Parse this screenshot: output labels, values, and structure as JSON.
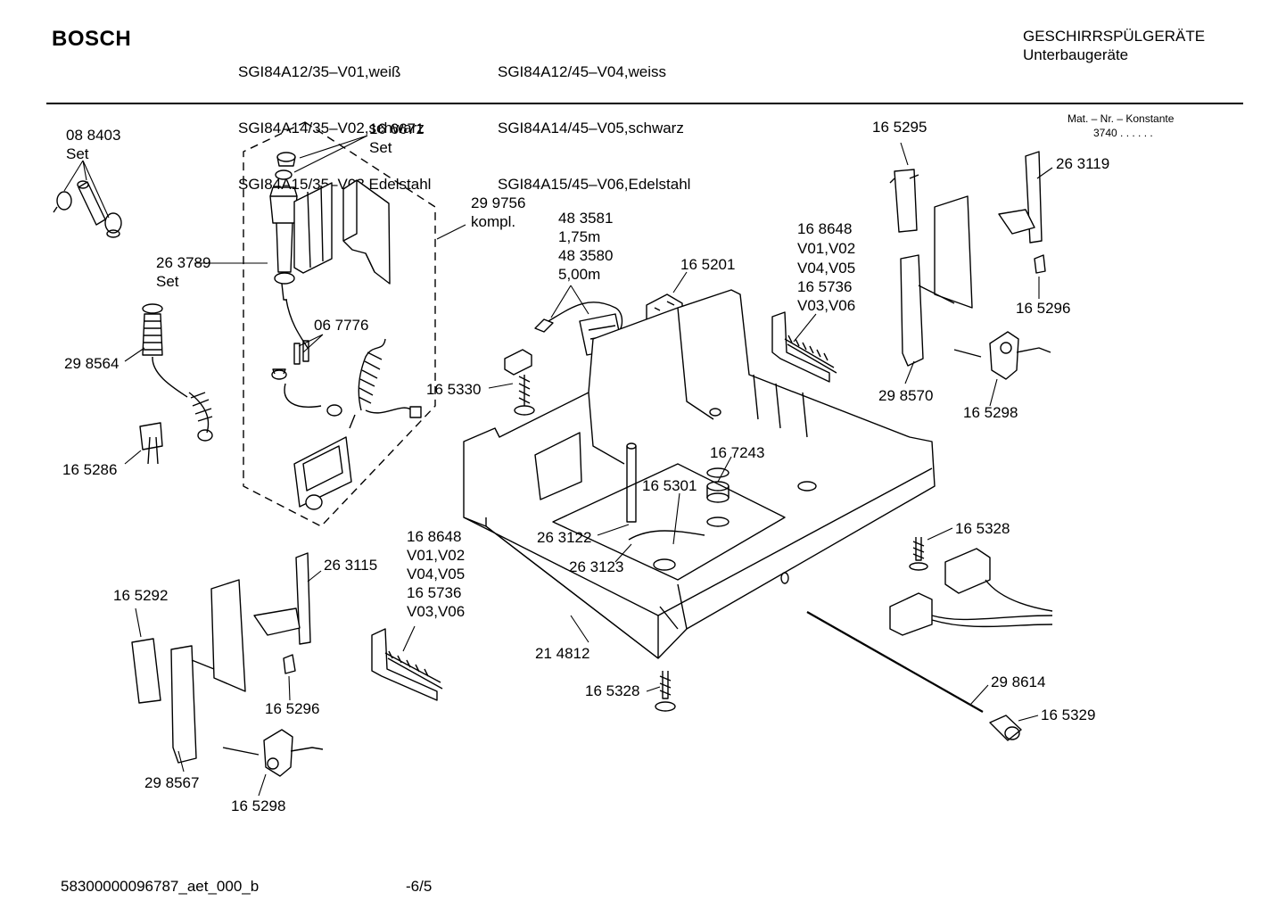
{
  "header": {
    "brand": "BOSCH",
    "models_col1": [
      "SGI84A12/35–V01,weiß",
      "SGI84A14/35–V02,schwarz",
      "SGI84A15/35–V03,Edelstahl"
    ],
    "models_col2": [
      "SGI84A12/45–V04,weiss",
      "SGI84A14/45–V05,schwarz",
      "SGI84A15/45–V06,Edelstahl"
    ],
    "category": "GESCHIRRSPÜLGERÄTE",
    "subcategory": "Unterbaugeräte",
    "mat_label": "Mat. – Nr. – Konstante",
    "mat_value": "3740  .  .  .  .  .  ."
  },
  "labels": [
    {
      "id": "088403",
      "lines": [
        "08 8403",
        "Set"
      ]
    },
    {
      "id": "166671",
      "lines": [
        "16 6671",
        "Set"
      ]
    },
    {
      "id": "299756",
      "lines": [
        "29 9756",
        "kompl."
      ]
    },
    {
      "id": "263789",
      "lines": [
        "26 3789",
        "Set"
      ]
    },
    {
      "id": "067776",
      "lines": [
        "06 7776"
      ]
    },
    {
      "id": "298564",
      "lines": [
        "29 8564"
      ]
    },
    {
      "id": "165286",
      "lines": [
        "16 5286"
      ]
    },
    {
      "id": "483581",
      "lines": [
        "48 3581",
        "1,75m",
        "48 3580",
        "5,00m"
      ]
    },
    {
      "id": "165201",
      "lines": [
        "16 5201"
      ]
    },
    {
      "id": "165330",
      "lines": [
        "16 5330"
      ]
    },
    {
      "id": "168648a",
      "lines": [
        "16 8648",
        "V01,V02",
        "V04,V05",
        "16 5736",
        "V03,V06"
      ]
    },
    {
      "id": "165295",
      "lines": [
        "16 5295"
      ]
    },
    {
      "id": "263119",
      "lines": [
        "26 3119"
      ]
    },
    {
      "id": "165296a",
      "lines": [
        "16 5296"
      ]
    },
    {
      "id": "298570",
      "lines": [
        "29 8570"
      ]
    },
    {
      "id": "165298a",
      "lines": [
        "16 5298"
      ]
    },
    {
      "id": "167243",
      "lines": [
        "16 7243"
      ]
    },
    {
      "id": "165301",
      "lines": [
        "16 5301"
      ]
    },
    {
      "id": "263122",
      "lines": [
        "26 3122"
      ]
    },
    {
      "id": "263123",
      "lines": [
        "26 3123"
      ]
    },
    {
      "id": "165328a",
      "lines": [
        "16 5328"
      ]
    },
    {
      "id": "168648b",
      "lines": [
        "16 8648",
        "V01,V02",
        "V04,V05",
        "16 5736",
        "V03,V06"
      ]
    },
    {
      "id": "263115",
      "lines": [
        "26 3115"
      ]
    },
    {
      "id": "165292",
      "lines": [
        "16 5292"
      ]
    },
    {
      "id": "165296b",
      "lines": [
        "16 5296"
      ]
    },
    {
      "id": "298567",
      "lines": [
        "29 8567"
      ]
    },
    {
      "id": "165298b",
      "lines": [
        "16 5298"
      ]
    },
    {
      "id": "214812",
      "lines": [
        "21 4812"
      ]
    },
    {
      "id": "165328b",
      "lines": [
        "16 5328"
      ]
    },
    {
      "id": "298614",
      "lines": [
        "29 8614"
      ]
    },
    {
      "id": "165329",
      "lines": [
        "16 5329"
      ]
    }
  ],
  "footer": {
    "doc_id": "58300000096787_aet_000_b",
    "page": "-6/5"
  }
}
